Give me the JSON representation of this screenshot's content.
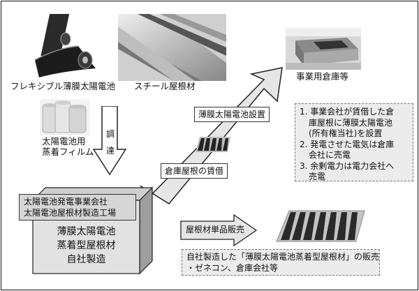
{
  "labels": {
    "flexible_cell": "フレキシブル薄膜太陽電池",
    "steel_roof": "スチール屋根材",
    "film": [
      "太陽電池用",
      "蒸着フィルム"
    ],
    "warehouse": "事業用倉庫等",
    "procure": [
      "調",
      "達"
    ],
    "install": "薄膜太陽電池設置",
    "lease": "倉庫屋根の賃借",
    "company": [
      "太陽電池発電事業会社",
      "太陽電池屋根材製造工場"
    ],
    "product": [
      "薄膜太陽電池",
      "蒸着型屋根材",
      "自社製造"
    ],
    "single_sale": "屋根材単品販売",
    "sale_note": [
      "自社製造した「薄膜太陽電池蒸着型屋根材」の販売",
      "・ゼネコン、倉庫会社等"
    ]
  },
  "notes": [
    [
      "1. 事業会社が賃借した倉",
      "庫屋根に薄膜太陽電池",
      "(所有権当社)を設置"
    ],
    [
      "2. 発電させた電気は倉庫",
      "会社に売電"
    ],
    [
      "3. 余剰電力は電力会社へ",
      "売電"
    ]
  ]
}
